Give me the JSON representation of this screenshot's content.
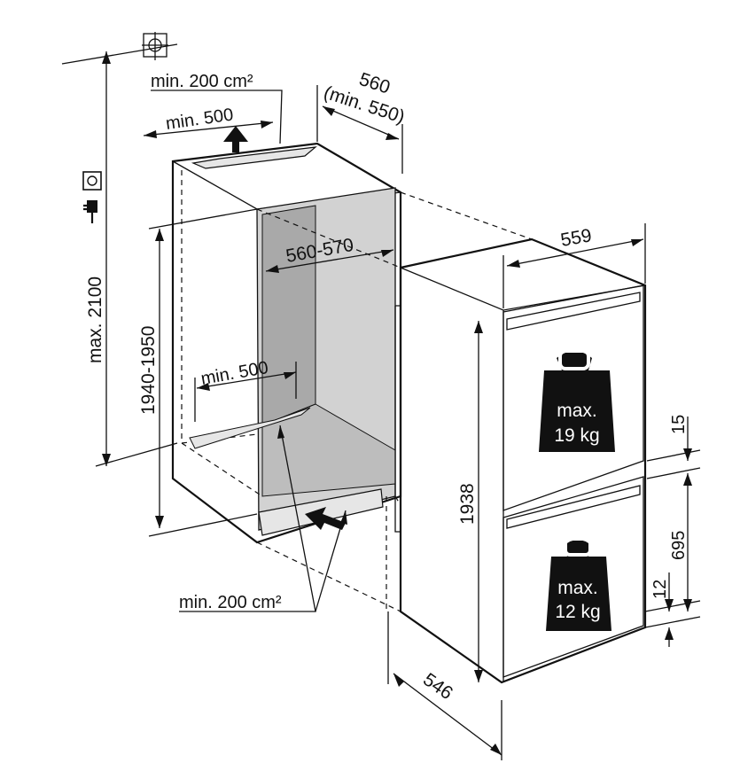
{
  "labels": {
    "top_vent_area": "min. 200 cm²",
    "top_vent_width": "min. 500",
    "niche_depth": "560",
    "niche_depth_min": "(min. 550)",
    "niche_inner_width": "560-570",
    "bottom_vent_width": "min. 500",
    "bottom_vent_area": "min. 200 cm²",
    "max_height": "max. 2100",
    "niche_height": "1940-1950",
    "appliance_width": "559",
    "appliance_height": "1938",
    "appliance_depth": "546",
    "door_gap": "15",
    "lower_door_height": "695",
    "bottom_gap": "12"
  },
  "weights": {
    "upper_line1": "max.",
    "upper_line2": "19 kg",
    "lower_line1": "max.",
    "lower_line2": "12 kg"
  },
  "icons": [
    "ground-symbol-icon",
    "power-socket-icon",
    "power-plug-icon",
    "airflow-arrow-icon"
  ],
  "colors": {
    "line": "#111111",
    "niche_interior": "#d2d2d2",
    "niche_back": "#a9a9a9",
    "weight_fill": "#111111"
  }
}
